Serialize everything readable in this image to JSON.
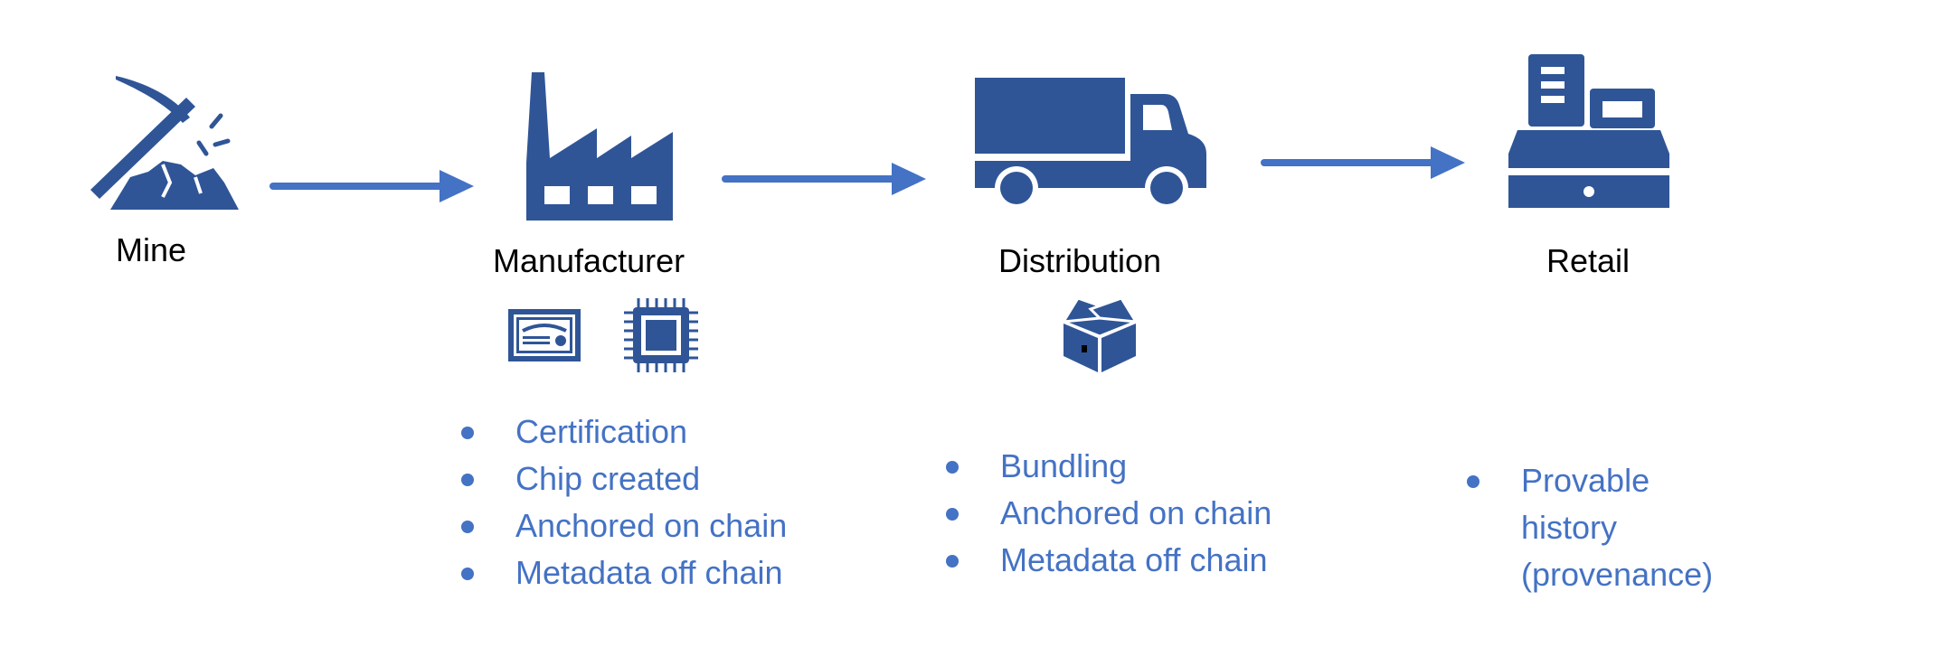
{
  "colors": {
    "icon": "#2f5597",
    "arrow": "#4472c4",
    "bullet_text": "#4472c4",
    "label_text": "#000000",
    "background": "#ffffff"
  },
  "stages": [
    {
      "id": "mine",
      "label": "Mine",
      "icon": "pickaxe-icon"
    },
    {
      "id": "manufacturer",
      "label": "Manufacturer",
      "icon": "factory-icon"
    },
    {
      "id": "distribution",
      "label": "Distribution",
      "icon": "truck-icon"
    },
    {
      "id": "retail",
      "label": "Retail",
      "icon": "cash-register-icon"
    }
  ],
  "manufacturer": {
    "sub_icons": [
      "certificate-icon",
      "chip-icon"
    ],
    "bullets": [
      "Certification",
      "Chip created",
      "Anchored on chain",
      "Metadata off chain"
    ]
  },
  "distribution": {
    "sub_icons": [
      "box-icon"
    ],
    "bullets": [
      "Bundling",
      "Anchored on chain",
      "Metadata off chain"
    ]
  },
  "retail": {
    "bullets": [
      "Provable history (provenance)"
    ]
  }
}
